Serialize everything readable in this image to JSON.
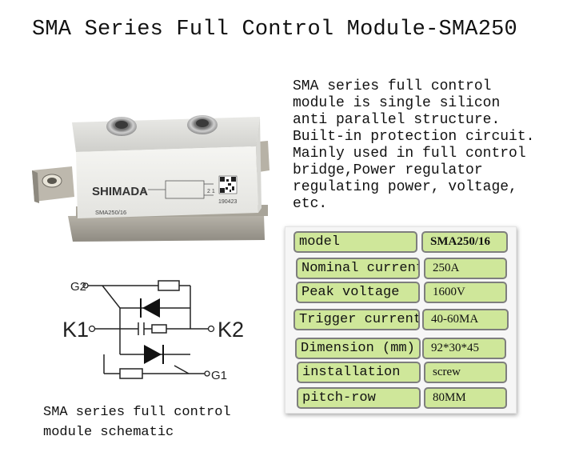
{
  "title": "SMA Series Full Control Module-SMA250",
  "photo": {
    "brand": "SHIMADA",
    "model_mark": "SMA250/16",
    "code": "190423"
  },
  "description": [
    "SMA series full control",
    "module is single silicon",
    "anti parallel structure.",
    "Built-in protection circuit.",
    "Mainly used in full control",
    "bridge,Power regulator",
    "regulating power, voltage,",
    "etc."
  ],
  "specs": [
    {
      "label": "model",
      "value": "SMA250/16"
    },
    {
      "label": "Nominal current",
      "value": "250A"
    },
    {
      "label": "Peak voltage",
      "value": "1600V"
    },
    {
      "label": "Trigger current",
      "value": "40-60MA"
    },
    {
      "label": "Dimension (mm)",
      "value": "92*30*45"
    },
    {
      "label": "installation",
      "value": "screw"
    },
    {
      "label": "pitch-row",
      "value": "80MM"
    }
  ],
  "schematic": {
    "g2": "G2",
    "k1": "K1",
    "k2": "K2",
    "g1": "G1"
  },
  "caption": [
    "SMA series full control",
    "module schematic"
  ],
  "colors": {
    "cell_fill": "#cfe79a",
    "cell_border": "#7e7e7e",
    "panel_bg": "#f6f6f6"
  }
}
